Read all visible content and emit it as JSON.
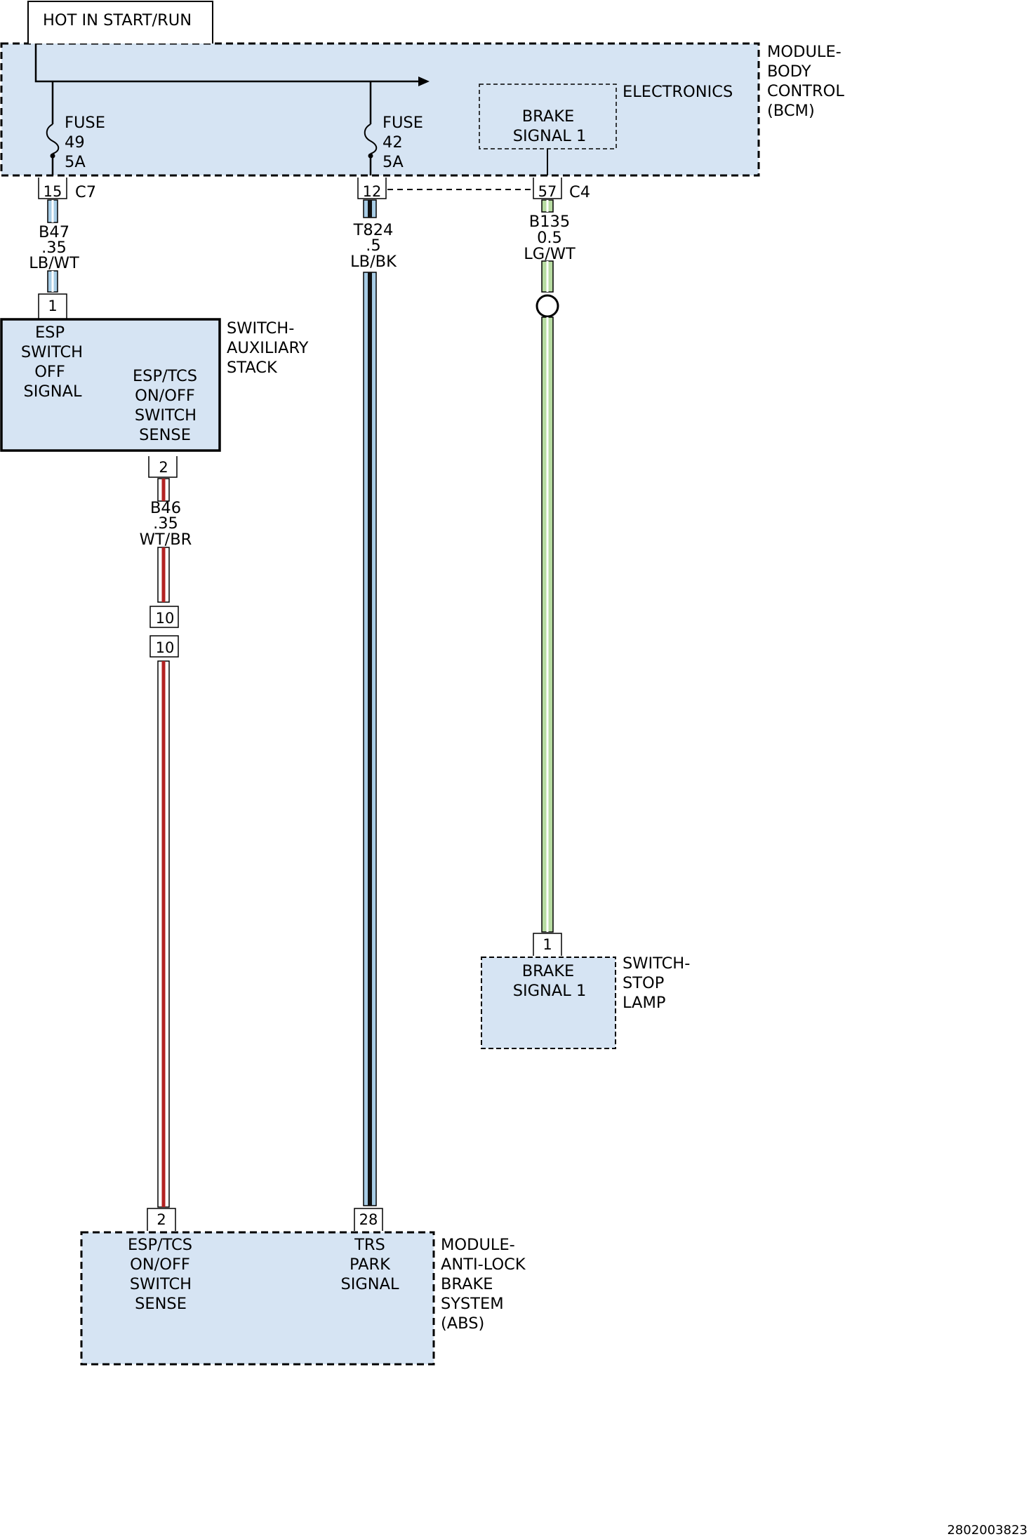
{
  "power_source": {
    "label": "HOT IN START/RUN"
  },
  "bcm": {
    "name_lines": [
      "MODULE-",
      "BODY",
      "CONTROL",
      "(BCM)"
    ],
    "electronics_label": "ELECTRONICS",
    "brake_signal": [
      "BRAKE",
      "SIGNAL 1"
    ],
    "fuse_49": [
      "FUSE",
      "49",
      "5A"
    ],
    "fuse_42": [
      "FUSE",
      "42",
      "5A"
    ]
  },
  "connectors": {
    "c7_pin": "15",
    "c7_label": "C7",
    "c12_pin": "12",
    "c4_pin": "57",
    "c4_label": "C4",
    "aux_pin1": "1",
    "aux_pin2": "2",
    "inline_pin_a": "10",
    "inline_pin_b": "10",
    "stop_pin": "1",
    "abs_pin2": "2",
    "abs_pin28": "28"
  },
  "wires": {
    "b47": [
      "B47",
      ".35",
      "LB/WT"
    ],
    "t824": [
      "T824",
      ".5",
      "LB/BK"
    ],
    "b135": [
      "B135",
      "0.5",
      "LG/WT"
    ],
    "b46": [
      "B46",
      ".35",
      "WT/BR"
    ]
  },
  "aux_stack": {
    "name_lines": [
      "SWITCH-",
      "AUXILIARY",
      "STACK"
    ],
    "esp_off": [
      "ESP",
      "SWITCH",
      "OFF",
      "SIGNAL"
    ],
    "esp_tcs": [
      "ESP/TCS",
      "ON/OFF",
      "SWITCH",
      "SENSE"
    ]
  },
  "stop_lamp": {
    "name_lines": [
      "SWITCH-",
      "STOP",
      "LAMP"
    ],
    "signal": [
      "BRAKE",
      "SIGNAL 1"
    ]
  },
  "abs": {
    "name_lines": [
      "MODULE-",
      "ANTI-LOCK",
      "BRAKE",
      "SYSTEM",
      "(ABS)"
    ],
    "esp_tcs": [
      "ESP/TCS",
      "ON/OFF",
      "SWITCH",
      "SENSE"
    ],
    "trs": [
      "TRS",
      "PARK",
      "SIGNAL"
    ]
  },
  "figure_id": "2802003823",
  "colors": {
    "module_fill": "#d6e4f3",
    "wire_light_blue": "#a8cde6",
    "wire_black": "#111111",
    "wire_light_green": "#b7dca2",
    "wire_brown_red": "#b22222"
  }
}
